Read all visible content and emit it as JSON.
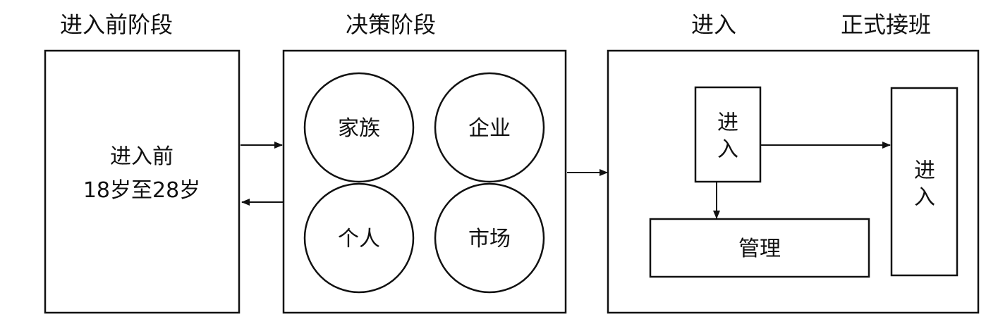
{
  "headers": {
    "pre_entry": "进入前阶段",
    "decision": "决策阶段",
    "entry": "进入",
    "takeover": "正式接班"
  },
  "pre_entry_box": {
    "line1": "进入前",
    "line2": "18岁至28岁"
  },
  "decision_factors": {
    "family": "家族",
    "enterprise": "企业",
    "individual": "个人",
    "market": "市场"
  },
  "entry_box": {
    "entry_char1": "进",
    "entry_char2": "入",
    "management": "管理",
    "final_char1": "进",
    "final_char2": "入"
  }
}
